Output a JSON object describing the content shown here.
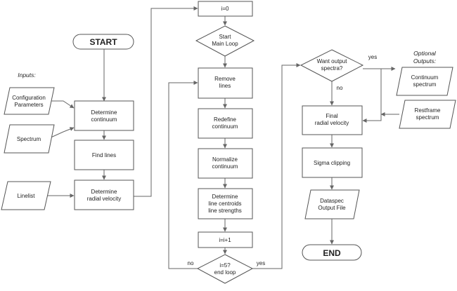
{
  "flowchart": {
    "start": "START",
    "end": "END",
    "inputs_heading": "Inputs:",
    "outputs_heading": [
      "Optional",
      "Outputs:"
    ],
    "inputs": {
      "config": [
        "Configuration",
        "Parameters"
      ],
      "spectrum": [
        "Spectrum"
      ],
      "linelist": [
        "Linelist"
      ]
    },
    "first_column": {
      "determine_continuum": [
        "Determine",
        "continuum"
      ],
      "find_lines": [
        "Find lines"
      ],
      "determine_rv": [
        "Determine",
        "radial velocity"
      ]
    },
    "main_loop": {
      "init": [
        "i=0"
      ],
      "start_loop": [
        "Start",
        "Main Loop"
      ],
      "remove_lines": [
        "Remove",
        "lines"
      ],
      "redefine_continuum": [
        "Redefine",
        "continuum"
      ],
      "normalize_continuum": [
        "Normalize",
        "continuum"
      ],
      "determine_ew": [
        "Determine",
        "line centroids",
        "line strengths"
      ],
      "increment": [
        "i=i+1"
      ],
      "loop_check": [
        "i=5?",
        "end loop"
      ],
      "no_label": "no",
      "yes_label": "yes"
    },
    "final_column": {
      "want_output": [
        "Want output",
        "spectra?"
      ],
      "yes_label": "yes",
      "no_label": "no",
      "final_rv": [
        "Final",
        "radial velocity"
      ],
      "sigma_clipping": [
        "Sigma clipping"
      ],
      "output_file": [
        "Dataspec",
        "Output File"
      ]
    },
    "outputs": {
      "continuum_spectrum": [
        "Continuum",
        "spectrum"
      ],
      "redshifted_spectrum": [
        "Restframe",
        "spectrum"
      ]
    }
  }
}
